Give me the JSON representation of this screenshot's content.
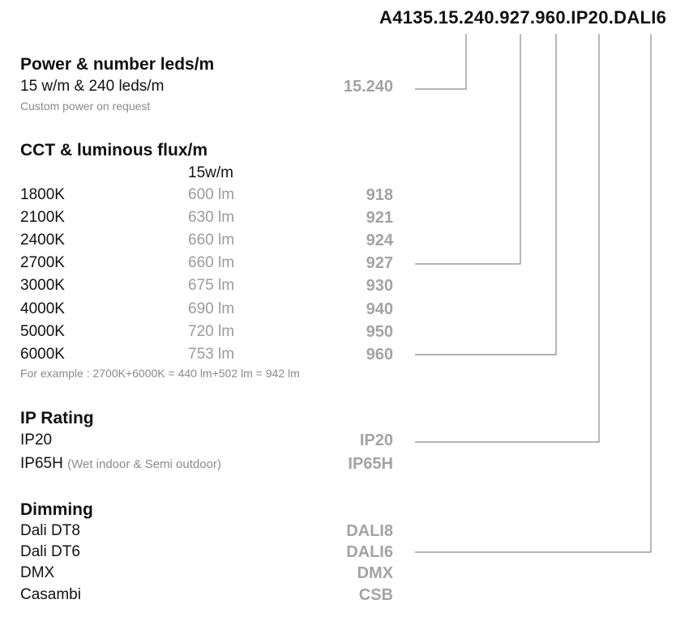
{
  "product_code": "A4135.15.240.927.960.IP20.DALI6",
  "power": {
    "heading": "Power & number leds/m",
    "label": "15 w/m & 240 leds/m",
    "code": "15.240",
    "note": "Custom power on request"
  },
  "cct": {
    "heading": "CCT & luminous flux/m",
    "column_header": "15w/m",
    "rows": [
      {
        "cct": "1800K",
        "flux": "600 lm",
        "code": "918"
      },
      {
        "cct": "2100K",
        "flux": "630 lm",
        "code": "921"
      },
      {
        "cct": "2400K",
        "flux": "660 lm",
        "code": "924"
      },
      {
        "cct": "2700K",
        "flux": "660 lm",
        "code": "927"
      },
      {
        "cct": "3000K",
        "flux": "675 lm",
        "code": "930"
      },
      {
        "cct": "4000K",
        "flux": "690 lm",
        "code": "940"
      },
      {
        "cct": "5000K",
        "flux": "720 lm",
        "code": "950"
      },
      {
        "cct": "6000K",
        "flux": "753 lm",
        "code": "960"
      }
    ],
    "note": "For example : 2700K+6000K = 440 lm+502 lm = 942 lm"
  },
  "ip": {
    "heading": "IP Rating",
    "rows": [
      {
        "label": "IP20",
        "sub": "",
        "code": "IP20"
      },
      {
        "label": "IP65H",
        "sub": "(Wet indoor & Semi outdoor)",
        "code": "IP65H"
      }
    ]
  },
  "dimming": {
    "heading": "Dimming",
    "rows": [
      {
        "label": "Dali DT8",
        "code": "DALI8"
      },
      {
        "label": "Dali DT6",
        "code": "DALI6"
      },
      {
        "label": "DMX",
        "code": "DMX"
      },
      {
        "label": "Casambi",
        "code": "CSB"
      }
    ]
  }
}
